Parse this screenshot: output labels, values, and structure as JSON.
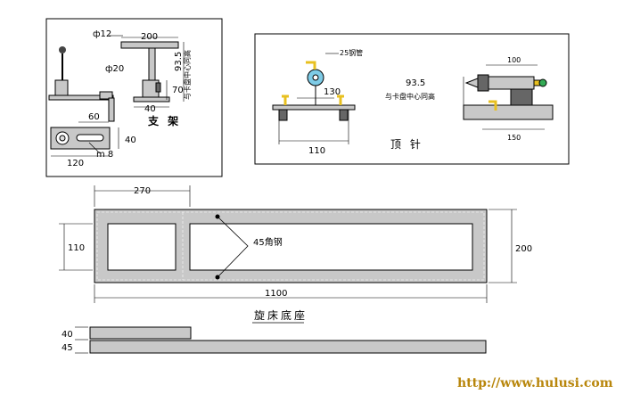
{
  "panels": {
    "support": {
      "title": "支 架",
      "dims": {
        "phi12": "ф12",
        "w200": "200",
        "phi20": "ф20",
        "h93_5": "93.5",
        "center_note": "与卡盘中心同高",
        "h70": "70",
        "w40a": "40",
        "w60": "60",
        "h40": "40",
        "w120": "120",
        "bolt": "m 8"
      }
    },
    "tailstock": {
      "title": "顶 针",
      "dims": {
        "pipe": "25钢管",
        "w130": "130",
        "w110": "110",
        "w100": "100",
        "h93_5": "93.5",
        "center_note": "与卡盘中心同高",
        "w150": "150"
      }
    },
    "base": {
      "title": "旋床底座",
      "dims": {
        "w270": "270",
        "h110": "110",
        "h200": "200",
        "w1100": "1100",
        "angle_steel": "45角钢"
      }
    },
    "side": {
      "h40": "40",
      "h45": "45"
    }
  },
  "watermark": "http://www.hulusi.com",
  "colors": {
    "part_fill": "#c8c8c8",
    "outline": "#000000",
    "pipe": "#7ecbe6",
    "bracket": "#e8c020",
    "wheel": "#33aa55",
    "watermark": "#b8860b"
  }
}
